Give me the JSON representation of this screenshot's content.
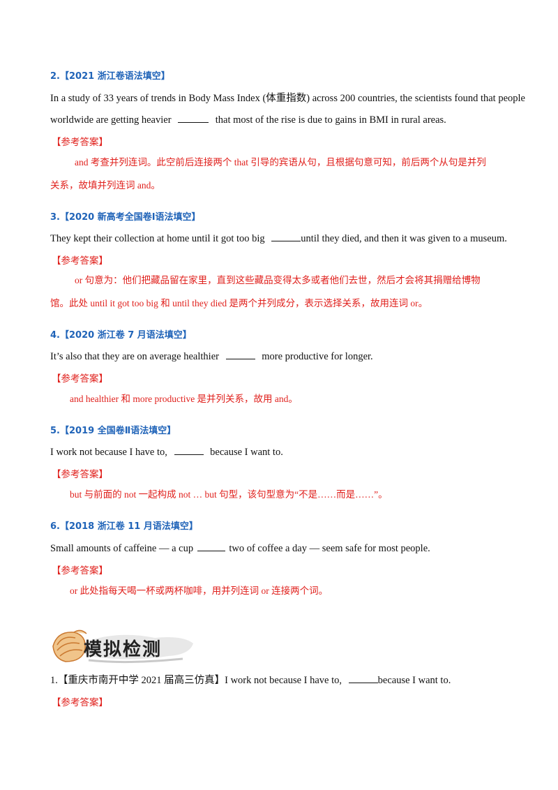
{
  "q2": {
    "head": "2.【2021 浙江卷语法填空】",
    "line1": "In a study of 33 years of trends in Body Mass Index (体重指数) across 200 countries, the scientists found that people",
    "line2a": "worldwide are getting heavier",
    "line2b": "that most of the rise is due to gains in BMI in rural areas.",
    "ref": "【参考答案】",
    "ans1": "and  考查并列连词。此空前后连接两个 that 引导的宾语从句，且根据句意可知，前后两个从句是并列",
    "ans2": "关系，故填并列连词 and。"
  },
  "q3": {
    "head": "3.【2020 新高考全国卷Ⅰ语法填空】",
    "line1a": "They kept their collection at home until it got too big",
    "line1b": "until they died, and then it was given to a museum.",
    "ref": "【参考答案】",
    "ans1": "or  句意为：他们把藏品留在家里，直到这些藏品变得太多或者他们去世，然后才会将其捐赠给博物",
    "ans2": "馆。此处 until it got too big 和 until they died 是两个并列成分，表示选择关系，故用连词 or。"
  },
  "q4": {
    "head": "4.【2020 浙江卷 7 月语法填空】",
    "line1a": "It’s also that they are on average healthier",
    "line1b": "more productive for longer.",
    "ref": "【参考答案】",
    "ans1": "and   healthier 和 more productive 是并列关系，故用 and。"
  },
  "q5": {
    "head": "5.【2019 全国卷Ⅱ语法填空】",
    "line1a": "I work not because I have to,",
    "line1b": "because I want to.",
    "ref": "【参考答案】",
    "ans1": "but   与前面的 not 一起构成 not  …  but 句型，该句型意为“不是……而是……”。"
  },
  "q6": {
    "head": "6.【2018 浙江卷 11 月语法填空】",
    "line1a": "Small amounts of caffeine  —  a cup",
    "line1b": "two of coffee a day  —  seem safe for most people.",
    "ref": "【参考答案】",
    "ans1": "or   此处指每天喝一杯或两杯咖啡，用并列连词 or 连接两个词。"
  },
  "banner": {
    "title": "模拟检测",
    "icon": "conch-shell-icon"
  },
  "m1": {
    "line1a": "1.【重庆市南开中学 2021 届高三仿真】I work not because I have to,",
    "line1b": "because I want to.",
    "ref": "【参考答案】"
  }
}
